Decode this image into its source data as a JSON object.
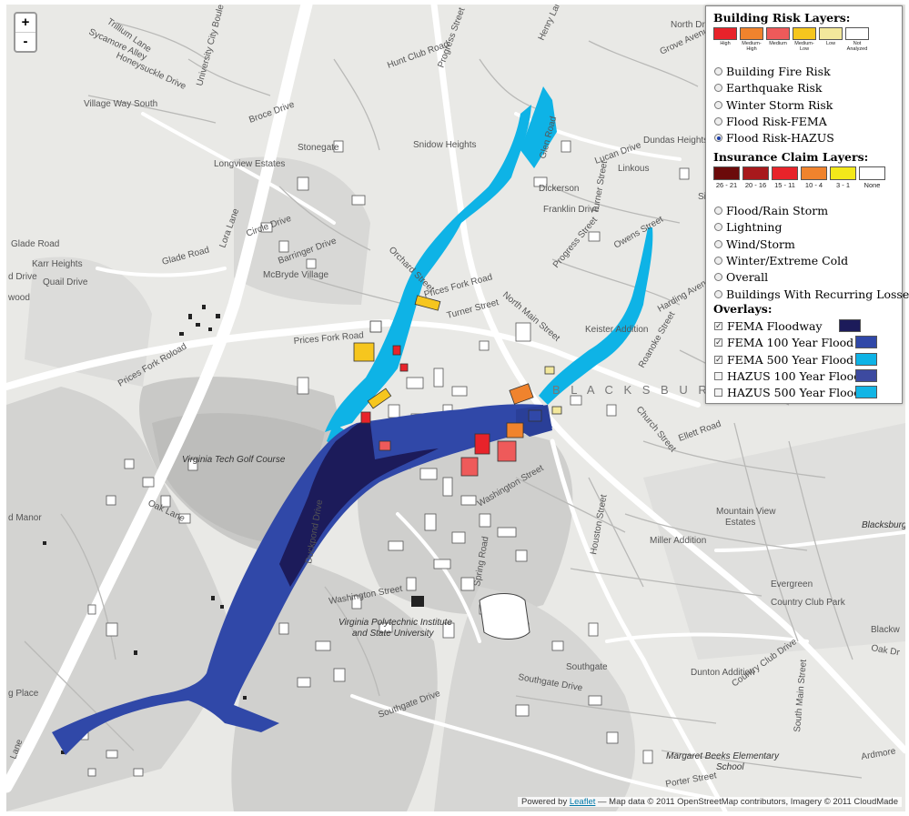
{
  "zoom": {
    "in_label": "+",
    "out_label": "-"
  },
  "colors": {
    "fema_floodway": "#1c1b5a",
    "fema_100": "#3048a8",
    "fema_500": "#0eb3e6",
    "hazus_100": "#3d4aa0",
    "hazus_500": "#12b5e5"
  },
  "legend": {
    "building_title": "Building Risk Layers:",
    "building_swatches": [
      {
        "label": "High",
        "color": "#e8232a"
      },
      {
        "label": "Medium-High",
        "color": "#f0832d"
      },
      {
        "label": "Medium",
        "color": "#ee5a5a"
      },
      {
        "label": "Medium-Low",
        "color": "#f6c61e"
      },
      {
        "label": "Low",
        "color": "#f3e89c"
      },
      {
        "label": "Not Analyzed",
        "color": "#ffffff"
      }
    ],
    "building_options": [
      {
        "label": "Building Fire Risk",
        "selected": false
      },
      {
        "label": "Earthquake Risk",
        "selected": false
      },
      {
        "label": "Winter Storm Risk",
        "selected": false
      },
      {
        "label": "Flood Risk-FEMA",
        "selected": false
      },
      {
        "label": "Flood Risk-HAZUS",
        "selected": true
      }
    ],
    "claim_title": "Insurance Claim Layers:",
    "claim_swatches": [
      {
        "label": "26 - 21",
        "color": "#6b0a0a"
      },
      {
        "label": "20 - 16",
        "color": "#a8191c"
      },
      {
        "label": "15 - 11",
        "color": "#e8232a"
      },
      {
        "label": "10 - 4",
        "color": "#f0832d"
      },
      {
        "label": "3 - 1",
        "color": "#f3e81a"
      },
      {
        "label": "None",
        "color": "#ffffff"
      }
    ],
    "claim_options": [
      {
        "label": "Flood/Rain Storm"
      },
      {
        "label": "Lightning"
      },
      {
        "label": "Wind/Storm"
      },
      {
        "label": "Winter/Extreme Cold"
      },
      {
        "label": "Overall"
      },
      {
        "label": "Buildings With Recurring Losses"
      }
    ],
    "overlay_title": "Overlays:",
    "overlays": [
      {
        "label": "FEMA Floodway",
        "checked": true,
        "color": "#1c1b5a"
      },
      {
        "label": "FEMA 100 Year Flood",
        "checked": true,
        "color": "#3048a8"
      },
      {
        "label": "FEMA 500 Year Flood",
        "checked": true,
        "color": "#0eb3e6"
      },
      {
        "label": "HAZUS 100 Year Flood",
        "checked": false,
        "color": "#3d4aa0"
      },
      {
        "label": "HAZUS 500 Year Flood",
        "checked": false,
        "color": "#12b5e5"
      }
    ]
  },
  "map_labels": {
    "trillium": "Trillium Lane",
    "sycamore": "Sycamore Alley",
    "honeysuckle": "Honeysuckle Drive",
    "village_way": "Village Way South",
    "univ_city": "University City Boulevard",
    "broce": "Broce Drive",
    "stonegate": "Stonegate",
    "longview": "Longview Estates",
    "snidow": "Snidow Heights",
    "hunt_club": "Hunt Club Road",
    "progress_st_top": "Progress Street",
    "henry_lane": "Henry Lane",
    "grove_ave": "Grove Avenue",
    "north_drive": "North Drive",
    "dundas": "Dundas Heights",
    "lucan": "Lucan Drive",
    "linkous": "Linkous",
    "silver": "Silve",
    "glen_road": "Glen Road",
    "dickerson": "Dickerson",
    "franklin": "Franklin Drive",
    "turner_st_r": "Turner Street",
    "owens": "Owens Street",
    "glade_road": "Glade Road",
    "glade_road2": "Glade Road",
    "karr": "Karr Heights",
    "quail": "Quail Drive",
    "lora_lane": "Lora Lane",
    "mcbryde_village": "McBryde Village",
    "circle_drive": "Circle Drive",
    "barringer": "Barringer Drive",
    "orchard": "Orchard Street",
    "prices_fork_road": "Prices Fork Road",
    "prices_fork_road2": "Prices Fork Road",
    "prices_fork_rd_long": "Prices Fork Roload",
    "turner_st": "Turner Street",
    "north_main": "North Main Street",
    "progress_st": "Progress Street",
    "keister": "Keister Addition",
    "harding": "Harding Avenue",
    "roanoke": "Roanoke Street",
    "church": "Church Street",
    "blacksburg": "B L A C K S B U R G",
    "golf": "Virginia Tech Golf Course",
    "oak_lane": "Oak Lane",
    "manor": "d Manor",
    "washington_st": "Washington Street",
    "washington_st2": "Washington Street",
    "vt_univ1": "Virginia Polytechnic Institute",
    "vt_univ2": "and State University",
    "duckpond": "Duckpond Drive",
    "spring_road": "Spring Road",
    "houston": "Houston Street",
    "miller_addition": "Miller Addition",
    "mountain_view": "Mountain View",
    "estates": "Estates",
    "evergreen": "Evergreen",
    "country_club_park": "Country Club Park",
    "dunton": "Dunton Addition",
    "southgate": "Southgate",
    "southgate_drive": "Southgate Drive",
    "southgate_drive2": "Southgate Drive",
    "country_club_drive": "Country Club Drive",
    "margaret": "Margaret Beeks Elementary",
    "school": "School",
    "porter": "Porter Street",
    "blacksburg_mid": "Blacksburg Mi",
    "blackw": "Blackw",
    "oak_dr": "Oak Dr",
    "g_place": "g Place",
    "wood": "wood",
    "d_drive": "d Drive",
    "lane": "Lane",
    "ardmore": "Ardmore",
    "south_main": "South Main Street",
    "ellett": "Ellett Road"
  },
  "attribution": {
    "prefix": "Powered by ",
    "link": "Leaflet",
    "text": " — Map data © 2011 OpenStreetMap contributors, Imagery © 2011 CloudMade"
  }
}
